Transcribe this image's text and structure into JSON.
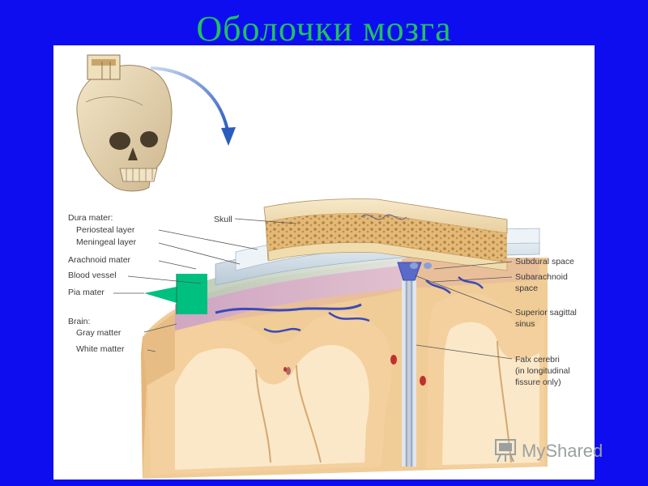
{
  "slide": {
    "title": "Оболочки мозга"
  },
  "labels": {
    "dura_mater": "Dura mater:",
    "periosteal_layer": "Periosteal layer",
    "meningeal_layer": "Meningeal layer",
    "arachnoid_mater": "Arachnoid mater",
    "blood_vessel": "Blood vessel",
    "pia_mater": "Pia mater",
    "brain": "Brain:",
    "gray_matter": "Gray matter",
    "white_matter": "White matter",
    "skull": "Skull",
    "subdural_space": "Subdural space",
    "subarachnoid_space_1": "Subarachnoid",
    "subarachnoid_space_2": "space",
    "superior_sagittal_1": "Superior sagittal",
    "superior_sagittal_2": "sinus",
    "falx_1": "Falx cerebri",
    "falx_2": "(in longitudinal",
    "falx_3": "fissure only)"
  },
  "watermark": {
    "text": "MyShared"
  },
  "colors": {
    "background": "#0d0df0",
    "title": "#22c060",
    "highlight_marker": "#00c080",
    "brain_tissue": "#f4d4a4",
    "white_matter": "#fbe9cc",
    "vessel_blue": "#3a4ab8",
    "vessel_red": "#c03030"
  },
  "icons": {
    "skull_illustration": "skull-icon",
    "pointer_arrow": "curved-arrow-icon",
    "watermark_logo": "presentation-board-icon"
  }
}
